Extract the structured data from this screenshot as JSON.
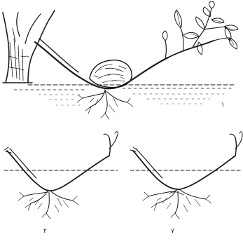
{
  "figures": [
    {
      "id": "1",
      "label": "۱"
    },
    {
      "id": "2",
      "label": "۲"
    },
    {
      "id": "3",
      "label": "۷"
    }
  ]
}
